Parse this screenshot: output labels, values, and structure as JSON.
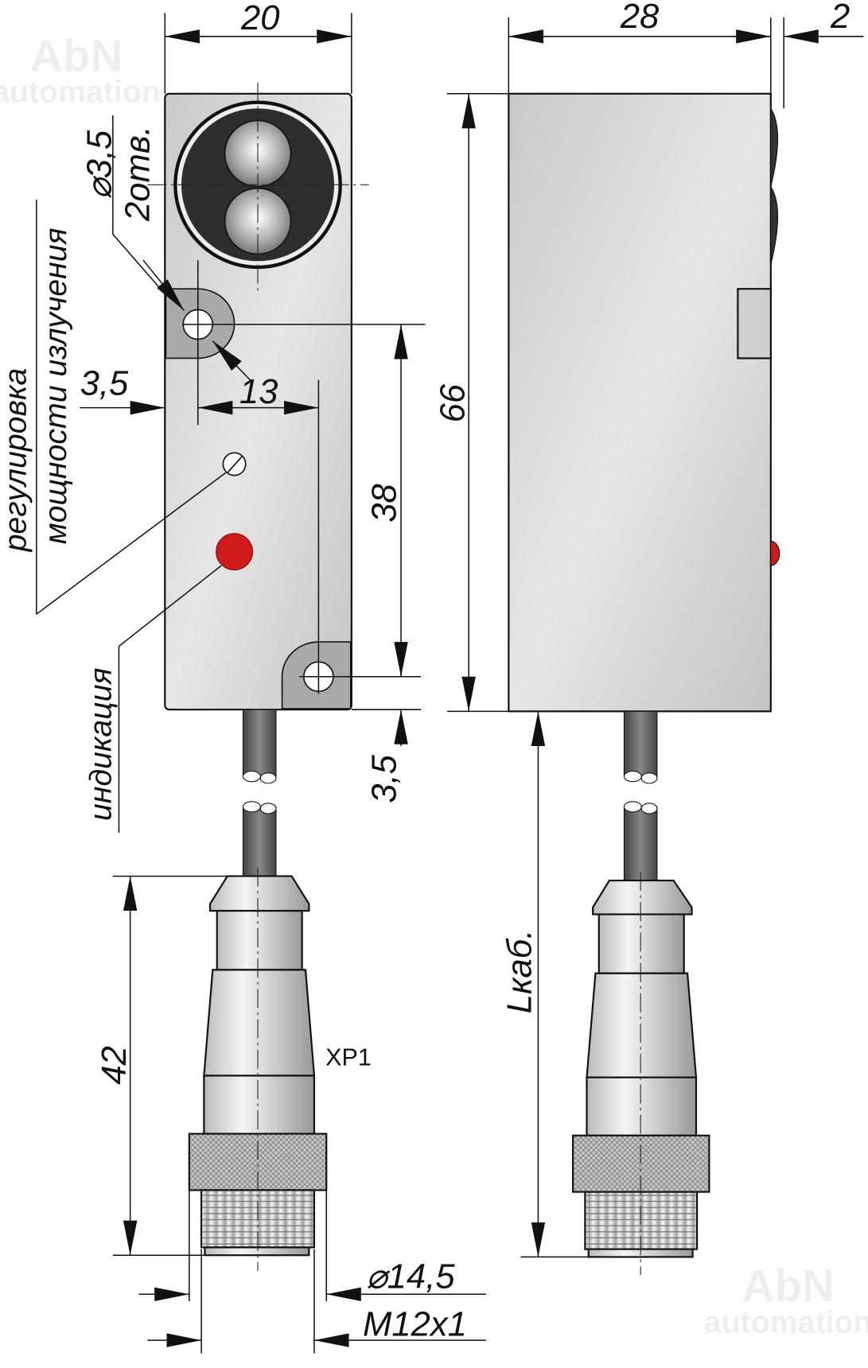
{
  "watermark": {
    "line1": "AbN",
    "line2": "automation"
  },
  "dimensions": {
    "width_front": "20",
    "width_side": "28",
    "lens_protrusion": "2",
    "height": "66",
    "hole_spacing": "38",
    "hole_offset_x": "3,5",
    "hole_spacing_x": "13",
    "hole_offset_bottom": "3,5",
    "hole_diameter": "⌀3,5",
    "hole_count": "2отв.",
    "connector_length": "42",
    "cable_length": "Lкаб.",
    "nut_diameter": "⌀14,5",
    "thread": "M12x1"
  },
  "labels": {
    "power_adjust_line1": "регулировка",
    "power_adjust_line2": "мощности излучения",
    "indication": "индикация",
    "connector": "XP1"
  },
  "colors": {
    "body": "#d6d6d6",
    "led": "#d11a1a",
    "lens": "#2e2e2e",
    "cable": "#5a5a5a"
  }
}
